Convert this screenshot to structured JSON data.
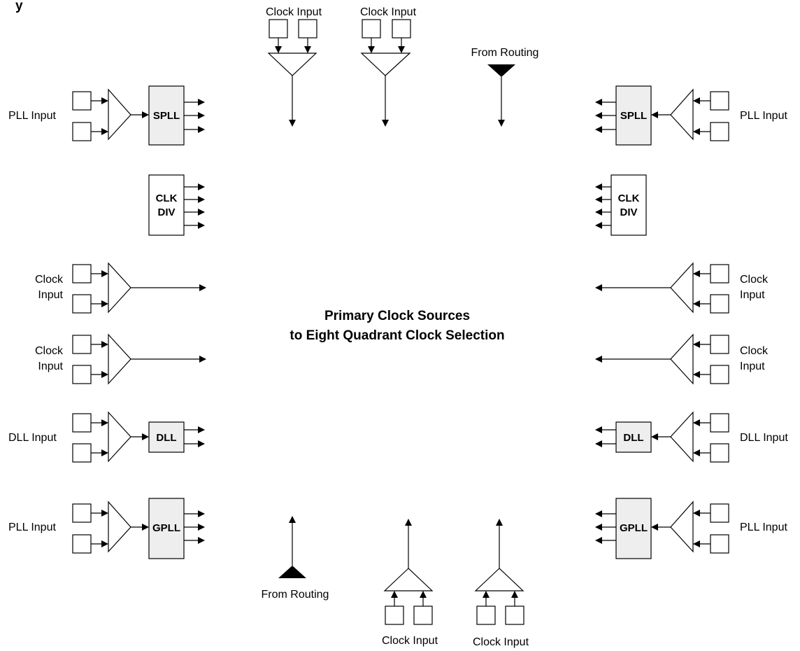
{
  "diagram": {
    "title_partial": "y",
    "center_title_line1": "Primary Clock Sources",
    "center_title_line2": "to Eight Quadrant Clock Selection",
    "top": {
      "clock_input_left": "Clock Input",
      "clock_input_right": "Clock Input",
      "from_routing": "From Routing"
    },
    "bottom": {
      "from_routing": "From Routing",
      "clock_input_left": "Clock Input",
      "clock_input_right": "Clock Input"
    },
    "left": {
      "spll_input_label": "PLL Input",
      "spll_block": "SPLL",
      "clkdiv_line1": "CLK",
      "clkdiv_line2": "DIV",
      "clock_input_1_line1": "Clock",
      "clock_input_1_line2": "Input",
      "clock_input_2_line1": "Clock",
      "clock_input_2_line2": "Input",
      "dll_input_label": "DLL Input",
      "dll_block": "DLL",
      "gpll_input_label": "PLL Input",
      "gpll_block": "GPLL"
    },
    "right": {
      "spll_input_label": "PLL Input",
      "spll_block": "SPLL",
      "clkdiv_line1": "CLK",
      "clkdiv_line2": "DIV",
      "clock_input_1_line1": "Clock",
      "clock_input_1_line2": "Input",
      "clock_input_2_line1": "Clock",
      "clock_input_2_line2": "Input",
      "dll_input_label": "DLL Input",
      "dll_block": "DLL",
      "gpll_input_label": "PLL Input",
      "gpll_block": "GPLL"
    },
    "colors": {
      "block_fill": "#eeeeee",
      "line": "#000000",
      "background": "#ffffff"
    }
  }
}
